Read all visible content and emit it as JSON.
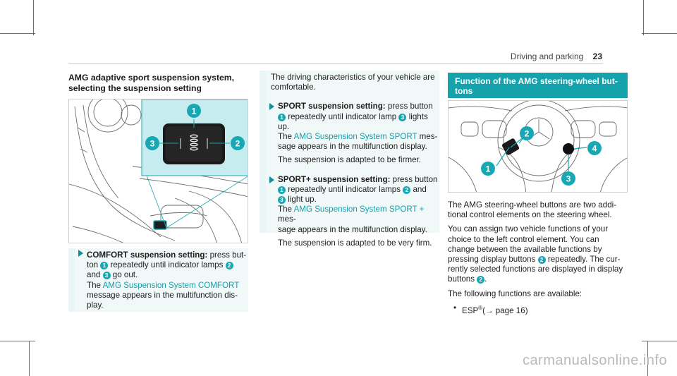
{
  "header": {
    "section": "Driving and parking",
    "page_number": "23"
  },
  "left": {
    "title_line1": "AMG adaptive sport suspension system,",
    "title_line2": "selecting the suspension setting",
    "step_comfort": {
      "label": "COMFORT suspension setting:",
      "t1": " press but-",
      "t2": "ton ",
      "n1": "1",
      "t3": " repeatedly until indicator lamps ",
      "n2": "2",
      "t4": "and ",
      "n3": "3",
      "t5": " go out.",
      "t6": "The ",
      "msg": "AMG Suspension System COMFORT",
      "t7": "message appears in the multifunction dis-",
      "t8": "play."
    }
  },
  "mid": {
    "intro_line1": "The driving characteristics of your vehicle are",
    "intro_line2": "comfortable.",
    "step_sport": {
      "label": "SPORT suspension setting:",
      "t1": " press button",
      "n1": "1",
      "t2": " repeatedly until indicator lamp ",
      "n3": "3",
      "t3": " lights",
      "t4": "up.",
      "t5": "The ",
      "msg": "AMG Suspension System SPORT",
      "t6": " mes-",
      "t7": "sage appears in the multifunction display.",
      "result": "The suspension is adapted to be firmer."
    },
    "step_sport_plus": {
      "label": "SPORT+ suspension setting:",
      "t1": " press button",
      "n1": "1",
      "t2": " repeatedly until indicator lamps ",
      "n2": "2",
      "t3": " and",
      "n3": "3",
      "t4": " light up.",
      "t5": "The ",
      "msg": "AMG Suspension System SPORT +",
      "t6": " mes-",
      "t7": "sage appears in the multifunction display.",
      "result": "The suspension is adapted to be very firm."
    }
  },
  "right": {
    "head_line1": "Function of the AMG steering-wheel but-",
    "head_line2": "tons",
    "p1_l1": "The AMG steering-wheel buttons are two addi-",
    "p1_l2": "tional control elements on the steering wheel.",
    "p2_l1": "You can assign two vehicle functions of your",
    "p2_l2": "choice to the left control element. You can",
    "p2_l3": "change between the available functions by",
    "p2_l4a": "pressing display buttons ",
    "p2_n2": "2",
    "p2_l4b": " repeatedly. The cur-",
    "p2_l5": "rently selected functions are displayed in display",
    "p2_l6a": "buttons ",
    "p2_n2b": "2",
    "p2_l6b": ".",
    "p3": "The following functions are available:",
    "bullet_dot": "•",
    "bullet_esp": "ESP",
    "bullet_reg": "®",
    "bullet_ref": "(→ page 16)"
  },
  "figure_left_callouts": [
    "1",
    "2",
    "3"
  ],
  "figure_right_callouts": [
    "1",
    "2",
    "3",
    "4"
  ],
  "watermark": "carmanualsonline.info",
  "colors": {
    "accent": "#14a3ad",
    "callout": "#18a8b4",
    "panel": "#c6ecef"
  }
}
